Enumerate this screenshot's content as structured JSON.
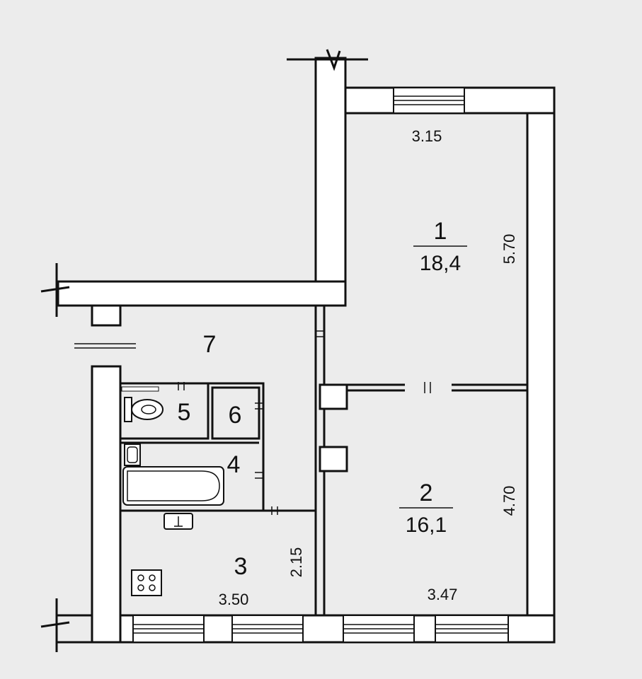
{
  "rooms": [
    {
      "id": "1",
      "area": "18,4"
    },
    {
      "id": "2",
      "area": "16,1"
    },
    {
      "id": "3"
    },
    {
      "id": "4"
    },
    {
      "id": "5"
    },
    {
      "id": "6"
    },
    {
      "id": "7"
    }
  ],
  "dimensions": {
    "room1_width": "3.15",
    "room1_length": "5.70",
    "room2_width": "3.47",
    "room2_length": "4.70",
    "room3_width": "3.50",
    "room3_length": "2.15"
  }
}
